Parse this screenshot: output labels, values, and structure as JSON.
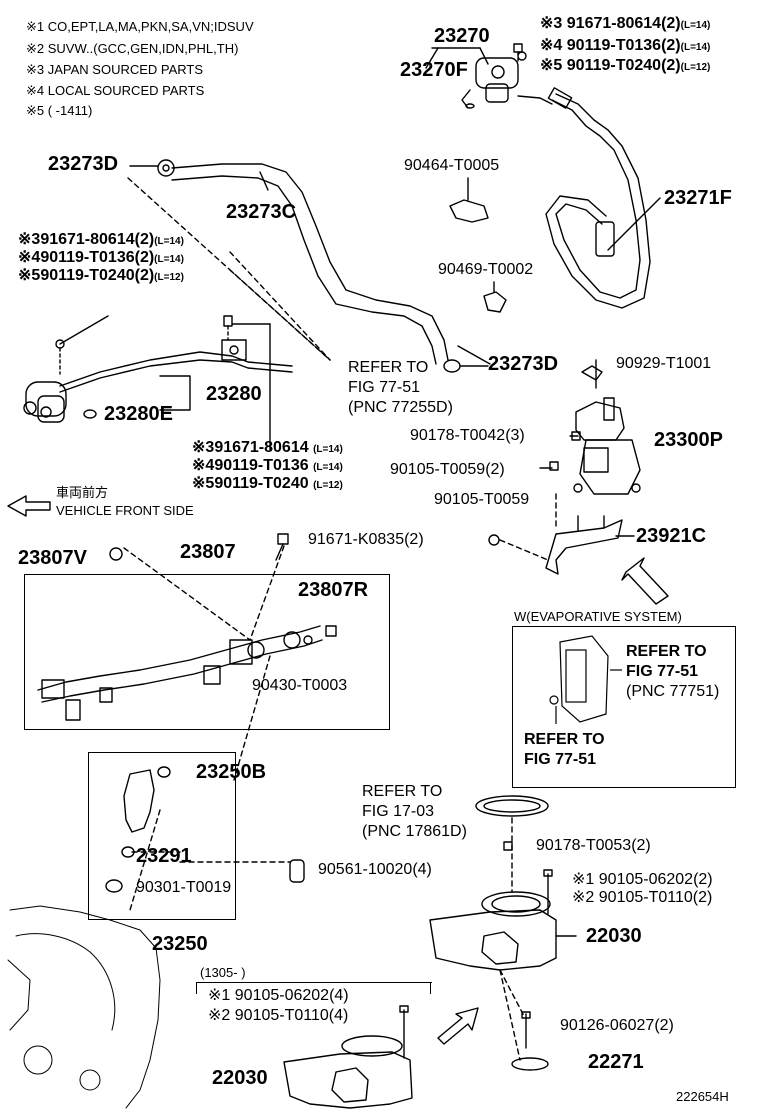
{
  "notes": [
    "※1 CO,EPT,LA,MA,PKN,SA,VN;IDSUV",
    "※2 SUVW..(GCC,GEN,IDN,PHL,TH)",
    "※3 JAPAN SOURCED PARTS",
    "※4 LOCAL SOURCED PARTS",
    "※5 (      -1411)"
  ],
  "labels": {
    "p23270": "23270",
    "p23270F": "23270F",
    "p23273D_top": "23273D",
    "p23273C": "23273C",
    "p23271F": "23271F",
    "p90464": "90464-T0005",
    "p90469": "90469-T0002",
    "p90929": "90929-T1001",
    "p23273D_mid": "23273D",
    "p23280": "23280",
    "p23280E": "23280E",
    "p23300P": "23300P",
    "p90178_42": "90178-T0042(3)",
    "p90105_59_2": "90105-T0059(2)",
    "p90105_59": "90105-T0059",
    "p23921C": "23921C",
    "p23807V": "23807V",
    "p23807": "23807",
    "p91671_K0835": "91671-K0835(2)",
    "p23807R": "23807R",
    "p90430": "90430-T0003",
    "p23250B": "23250B",
    "p23291": "23291",
    "p90301": "90301-T0019",
    "p90561": "90561-10020(4)",
    "p23250": "23250",
    "p90178_53": "90178-T0053(2)",
    "p22030_mid": "22030",
    "p90126": "90126-06027(2)",
    "p22271": "22271",
    "p22030_bot": "22030",
    "diagram_id": "222654H"
  },
  "topright_refs": [
    {
      "mark": "※3",
      "part": "91671-80614(2)",
      "len": "(L=14)"
    },
    {
      "mark": "※4",
      "part": "90119-T0136(2)",
      "len": "(L=14)"
    },
    {
      "mark": "※5",
      "part": "90119-T0240(2)",
      "len": "(L=12)"
    }
  ],
  "left_refs": [
    {
      "mark": "※3",
      "part": "91671-80614(2)",
      "len": "(L=14)"
    },
    {
      "mark": "※4",
      "part": "90119-T0136(2)",
      "len": "(L=14)"
    },
    {
      "mark": "※5",
      "part": "90119-T0240(2)",
      "len": "(L=12)"
    }
  ],
  "mid_refs": [
    {
      "mark": "※3",
      "part": "91671-80614",
      "len": "(L=14)"
    },
    {
      "mark": "※4",
      "part": "90119-T0136",
      "len": "(L=14)"
    },
    {
      "mark": "※5",
      "part": "90119-T0240",
      "len": "(L=12)"
    }
  ],
  "refer_77_51_pnc": {
    "l1": "REFER TO",
    "l2": "FIG 77-51",
    "l3": "(PNC 77255D)"
  },
  "front_side": {
    "jp": "車両前方",
    "en": "VEHICLE FRONT SIDE"
  },
  "evap_box": {
    "title": "W(EVAPORATIVE SYSTEM)",
    "ref1_l1": "REFER TO",
    "ref1_l2": "FIG 77-51",
    "ref1_l3": "(PNC 77751)",
    "ref2_l1": "REFER TO",
    "ref2_l2": "FIG 77-51"
  },
  "refer_17_03": {
    "l1": "REFER TO",
    "l2": "FIG 17-03",
    "l3": "(PNC 17861D)"
  },
  "throttle_refs": [
    {
      "mark": "※1",
      "part": "90105-06202(2)"
    },
    {
      "mark": "※2",
      "part": "90105-T0110(2)"
    }
  ],
  "bottom_box": {
    "header": "(1305-      )",
    "refs": [
      {
        "mark": "※1",
        "part": "90105-06202(4)"
      },
      {
        "mark": "※2",
        "part": "90105-T0110(4)"
      }
    ]
  }
}
